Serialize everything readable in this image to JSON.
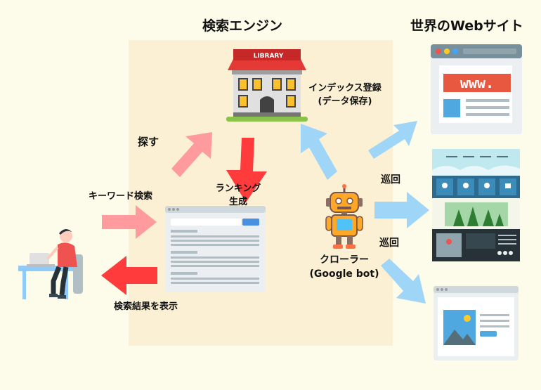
{
  "titles": {
    "search_engine": "検索エンジン",
    "world_websites": "世界のWebサイト"
  },
  "labels": {
    "library_sign": "LIBRARY",
    "index_line1": "インデックス登録",
    "index_line2": "(データ保存)",
    "search": "探す",
    "ranking_line1": "ランキング",
    "ranking_line2": "生成",
    "keyword_search": "キーワード検索",
    "show_results": "検索結果を表示",
    "crawl_top": "巡回",
    "crawl_bottom": "巡回",
    "crawler_line1": "クローラー",
    "crawler_line2": "(Google bot)",
    "www": "www."
  },
  "colors": {
    "background": "#fdfbe9",
    "engine_panel": "#fcf0d4",
    "pink_arrow": "#ff9a9e",
    "red_arrow": "#ff3b3b",
    "blue_arrow": "#9fd6f7"
  },
  "icons": [
    "library-building-icon",
    "results-page-icon",
    "robot-crawler-icon",
    "user-at-laptop-icon",
    "browser-www-icon",
    "website-layout-icon",
    "browser-image-icon"
  ]
}
